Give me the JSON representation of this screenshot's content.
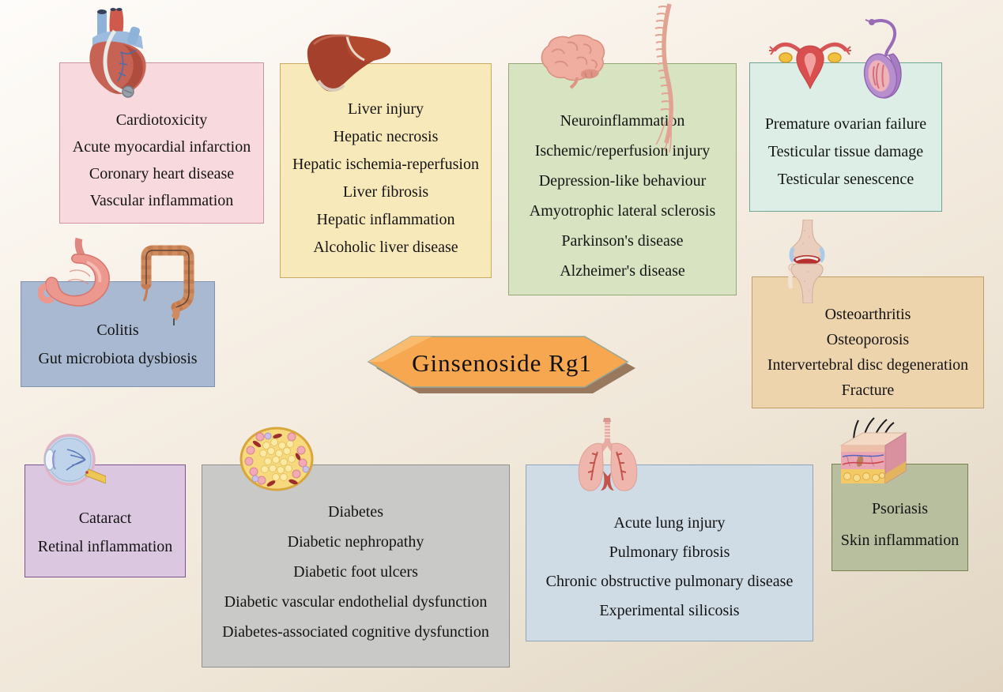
{
  "figure": {
    "type": "disease-overview-diagram",
    "background_top": "#fdfaf6",
    "background_bottom": "#e1d5c2",
    "text_color": "#141414"
  },
  "center": {
    "label": "Ginsenoside Rg1",
    "fill": "#f6a750",
    "highlight": "#f9bc6e",
    "shadow": "#8e6d50",
    "border": "#97a89a"
  },
  "boxes": [
    {
      "id": "cardiovascular",
      "fill": "#f7d9de",
      "border": "#cf93a3",
      "icons": [
        "heart-icon"
      ],
      "lines": [
        "Cardiotoxicity",
        "Acute myocardial infarction",
        "Coronary heart disease",
        "Vascular inflammation"
      ]
    },
    {
      "id": "liver",
      "fill": "#f8e9ba",
      "border": "#c9ab61",
      "icons": [
        "liver-icon"
      ],
      "lines": [
        "Liver injury",
        "Hepatic necrosis",
        "Hepatic ischemia-reperfusion",
        "Liver fibrosis",
        "Hepatic inflammation",
        "Alcoholic liver disease"
      ]
    },
    {
      "id": "nervous-system",
      "fill": "#d8e3c2",
      "border": "#93a977",
      "icons": [
        "brain-icon",
        "spinal-cord-icon"
      ],
      "lines": [
        "Neuroinflammation",
        "Ischemic/reperfusion injury",
        "Depression-like behaviour",
        "Amyotrophic lateral sclerosis",
        "Parkinson's disease",
        "Alzheimer's disease"
      ]
    },
    {
      "id": "reproductive",
      "fill": "#ddeee6",
      "border": "#6fa596",
      "icons": [
        "uterus-icon",
        "testis-icon"
      ],
      "lines": [
        "Premature ovarian failure",
        "Testicular tissue damage",
        "Testicular senescence"
      ]
    },
    {
      "id": "gut",
      "fill": "#a9b9d2",
      "border": "#8093b0",
      "icons": [
        "stomach-icon",
        "colon-icon"
      ],
      "lines": [
        "Colitis",
        "Gut microbiota dysbiosis"
      ]
    },
    {
      "id": "bone-joint",
      "fill": "#edd4ad",
      "border": "#c09f66",
      "icons": [
        "knee-joint-icon"
      ],
      "lines": [
        "Osteoarthritis",
        "Osteoporosis",
        "Intervertebral disc degeneration",
        "Fracture"
      ]
    },
    {
      "id": "eye",
      "fill": "#dcc7e0",
      "border": "#7e5490",
      "icons": [
        "eye-icon"
      ],
      "lines": [
        "Cataract",
        "Retinal inflammation"
      ]
    },
    {
      "id": "metabolic",
      "fill": "#c9c9c7",
      "border": "#8f8f8d",
      "icons": [
        "pancreatic-islet-icon"
      ],
      "lines": [
        "Diabetes",
        "Diabetic nephropathy",
        "Diabetic foot ulcers",
        "Diabetic vascular endothelial dysfunction",
        "Diabetes-associated cognitive dysfunction"
      ]
    },
    {
      "id": "lung",
      "fill": "#cfdbe5",
      "border": "#90a5b9",
      "icons": [
        "lungs-icon"
      ],
      "lines": [
        "Acute lung injury",
        "Pulmonary fibrosis",
        "Chronic obstructive pulmonary disease",
        "Experimental silicosis"
      ]
    },
    {
      "id": "skin",
      "fill": "#b7bf9f",
      "border": "#76834f",
      "icons": [
        "skin-icon"
      ],
      "lines": [
        "Psoriasis",
        "Skin inflammation"
      ]
    }
  ]
}
